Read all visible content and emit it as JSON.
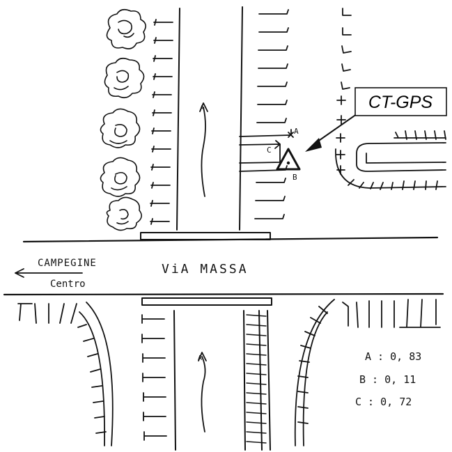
{
  "road": {
    "name": "ViA MASSA",
    "direction_primary": "CAMPEGINE",
    "direction_secondary": "Centro"
  },
  "callout": {
    "label": "CT-GPS"
  },
  "markers": {
    "a": "A",
    "b": "B",
    "c": "C"
  },
  "arrows": {
    "north_lane": "A",
    "south_lane": "A"
  },
  "legend": [
    {
      "label": "A : 0, 83"
    },
    {
      "label": "B : 0, 11"
    },
    {
      "label": "C : 0, 72"
    }
  ]
}
